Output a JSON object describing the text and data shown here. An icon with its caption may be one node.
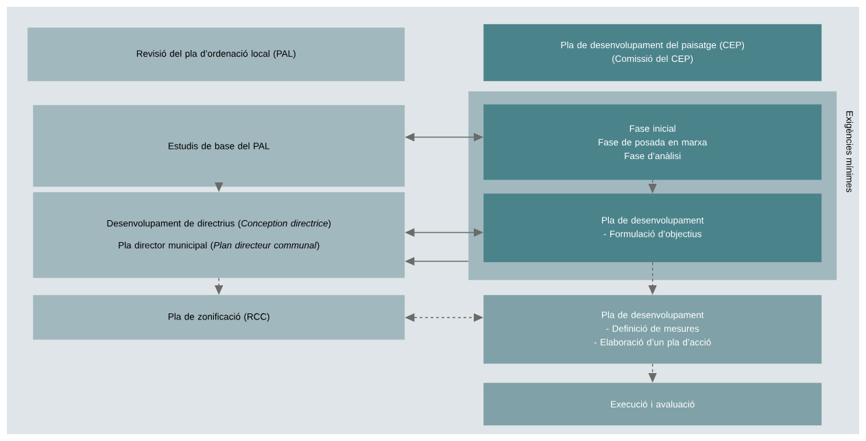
{
  "diagram": {
    "nodes": [
      {
        "text": [
          "Revisió del pla d’ordenació local (PAL)"
        ]
      },
      {
        "text": [
          "Pla de desenvolupament del paisatge (CEP)",
          "(Comissió del CEP)"
        ]
      },
      {
        "text": [
          "Exigències mínimes"
        ]
      },
      {
        "text": [
          "Estudis de base del PAL"
        ]
      },
      {
        "text": [
          "Fase inicial",
          "Fase de posada en marxa",
          "Fase d’anàlisi"
        ],
        "in": 2
      },
      {
        "text": [
          "Desenvolupament de directrius (*Conception directrice*)",
          "Pla director municipal (*Plan directeur communal*)"
        ]
      },
      {
        "text": [
          "Pla de desenvolupament",
          "- Formulació d’objectius"
        ],
        "in": 2
      },
      {
        "text": [
          "Pla de zonificació (RCC)"
        ]
      },
      {
        "text": [
          "Pla de desenvolupament",
          "- Definició de mesures",
          "- Elaboració d’un pla d’acció"
        ]
      },
      {
        "text": [
          "Execució i avaluació"
        ]
      }
    ],
    "edges": [
      {
        "from": 3,
        "to": 4,
        "arrow": "both"
      },
      {
        "from": 5,
        "to": 6,
        "arrow": "both"
      },
      {
        "from": 2,
        "to": 5,
        "arrow": "to"
      },
      {
        "from": 7,
        "to": 8,
        "arrow": "both",
        "style": "dashed"
      },
      {
        "from": 3,
        "to": 5,
        "arrow": "to",
        "style": "dashed"
      },
      {
        "from": 5,
        "to": 7,
        "arrow": "to",
        "style": "dashed"
      },
      {
        "from": 4,
        "to": 6,
        "arrow": "to",
        "style": "dashed"
      },
      {
        "from": 6,
        "to": 8,
        "arrow": "to",
        "style": "dashed"
      },
      {
        "from": 8,
        "to": 9,
        "arrow": "to",
        "style": "dashed"
      }
    ]
  }
}
